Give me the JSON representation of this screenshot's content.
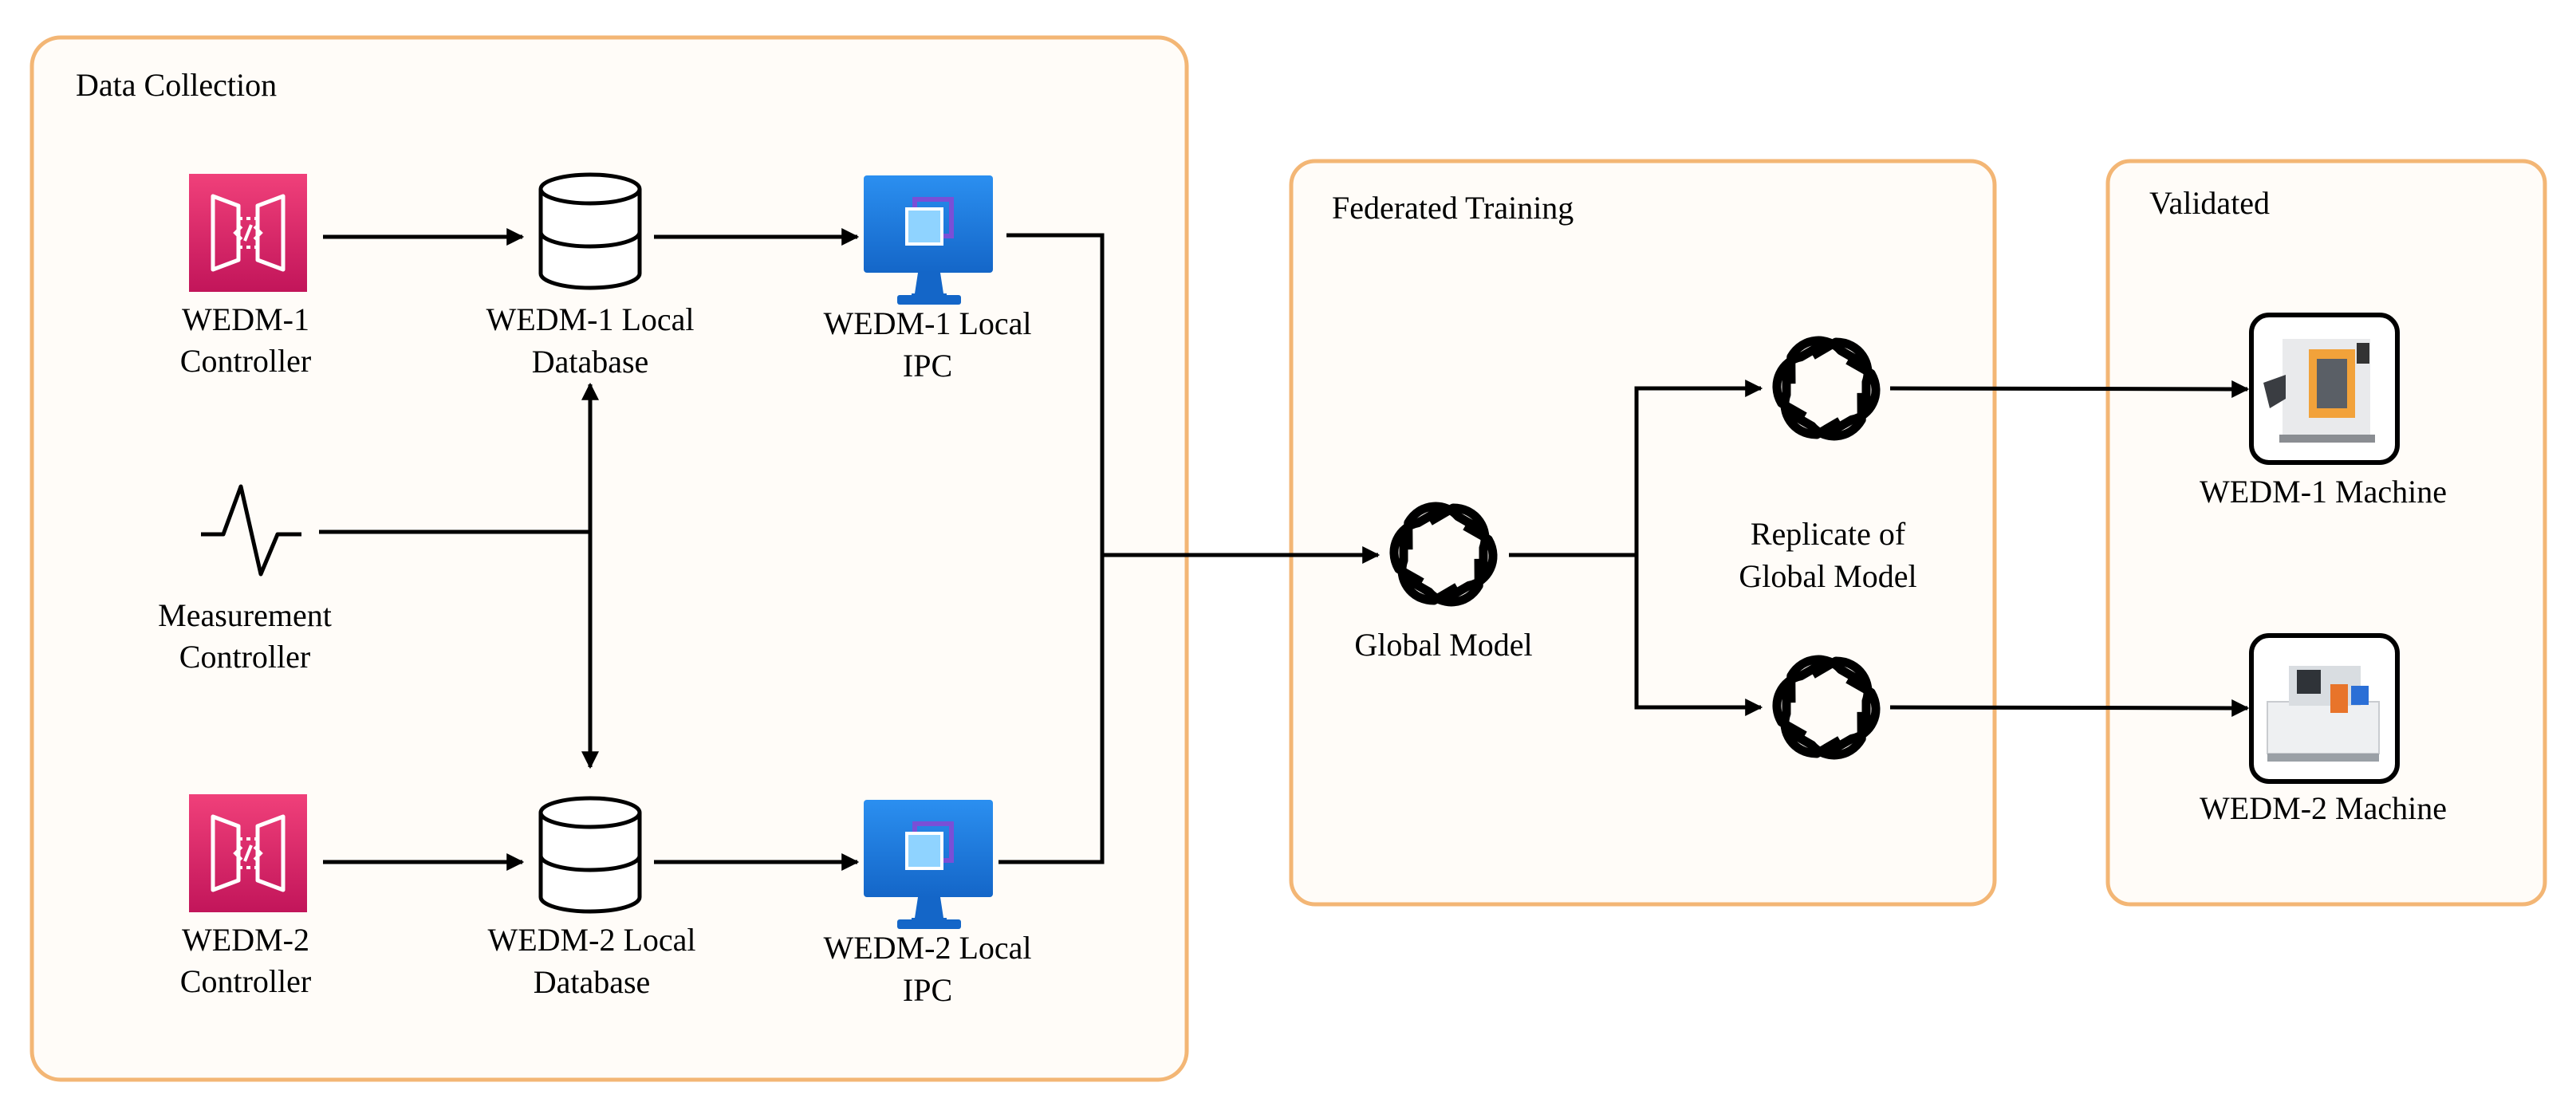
{
  "panels": {
    "data_collection": {
      "title": "Data Collection"
    },
    "federated_training": {
      "title": "Federated Training"
    },
    "validated": {
      "title": "Validated"
    }
  },
  "nodes": {
    "wedm1_controller": [
      "WEDM-1",
      "Controller"
    ],
    "wedm1_database": [
      "WEDM-1 Local",
      "Database"
    ],
    "wedm1_ipc": [
      "WEDM-1 Local",
      "IPC"
    ],
    "measurement_controller": [
      "Measurement",
      "Controller"
    ],
    "wedm2_controller": [
      "WEDM-2",
      "Controller"
    ],
    "wedm2_database": [
      "WEDM-2 Local",
      "Database"
    ],
    "wedm2_ipc": [
      "WEDM-2 Local",
      "IPC"
    ],
    "global_model": [
      "Global Model"
    ],
    "replicate": [
      "Replicate of",
      "Global Model"
    ],
    "wedm1_machine": [
      "WEDM-1 Machine"
    ],
    "wedm2_machine": [
      "WEDM-2 Machine"
    ]
  },
  "icons": {
    "controller": "api-gateway-icon",
    "database": "database-cylinder-icon",
    "ipc": "monitor-icon",
    "measurement": "signal-pulse-icon",
    "model": "ai-model-knot-icon",
    "machine": "cnc-machine-icon"
  },
  "colors": {
    "panel_border": "#f3b675",
    "panel_fill": "#fffcf8",
    "controller_pink": "#e0245e",
    "monitor_blue": "#1e80e0"
  }
}
